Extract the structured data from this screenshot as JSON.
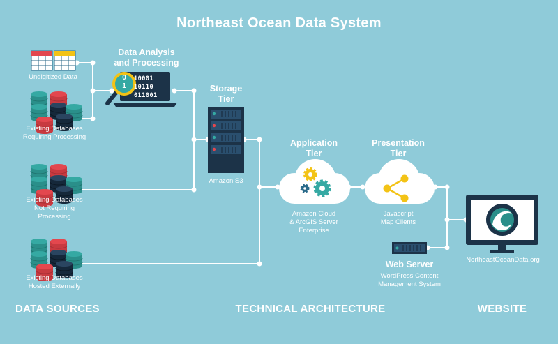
{
  "title": "Northeast Ocean Data System",
  "colors": {
    "background": "#8fcbd9",
    "navy": "#1c3348",
    "teal": "#35a9a3",
    "red": "#e3474e",
    "yellow": "#f3c316",
    "white": "#ffffff"
  },
  "data_sources": {
    "undigitized": "Undigitized Data",
    "existing_processing": [
      "Existing Databases",
      "Requiring Processing"
    ],
    "existing_not_requiring": [
      "Existing Databases",
      "Not Requiring",
      "Processing"
    ],
    "hosted_externally": [
      "Existing Databases",
      "Hosted Externally"
    ]
  },
  "analysis": {
    "title": [
      "Data Analysis",
      "and Processing"
    ],
    "binary": [
      "10001",
      "10110",
      "011001"
    ],
    "magnifier_digits": [
      "0",
      "1"
    ]
  },
  "storage": {
    "title": [
      "Storage",
      "Tier"
    ],
    "label": "Amazon S3"
  },
  "application": {
    "title": [
      "Application",
      "Tier"
    ],
    "label": [
      "Amazon Cloud",
      "& ArcGIS Server",
      "Enterprise"
    ]
  },
  "presentation": {
    "title": [
      "Presentation",
      "Tier"
    ],
    "label": [
      "Javascript",
      "Map Clients"
    ]
  },
  "web_server": {
    "title": "Web Server",
    "label": [
      "WordPress Content",
      "Management System"
    ]
  },
  "website": {
    "url": "NortheastOceanData.org"
  },
  "sections": {
    "data_sources": "DATA SOURCES",
    "technical_architecture": "TECHNICAL ARCHITECTURE",
    "website": "WEBSITE"
  },
  "icons": {
    "undigitized": "spreadsheet-icon",
    "databases": "database-stack-icon",
    "analysis": "laptop-magnifier-icon",
    "storage": "server-rack-icon",
    "application": "cloud-gears-icon",
    "presentation": "cloud-share-icon",
    "web_server": "server-icon",
    "website": "monitor-wave-logo-icon"
  }
}
